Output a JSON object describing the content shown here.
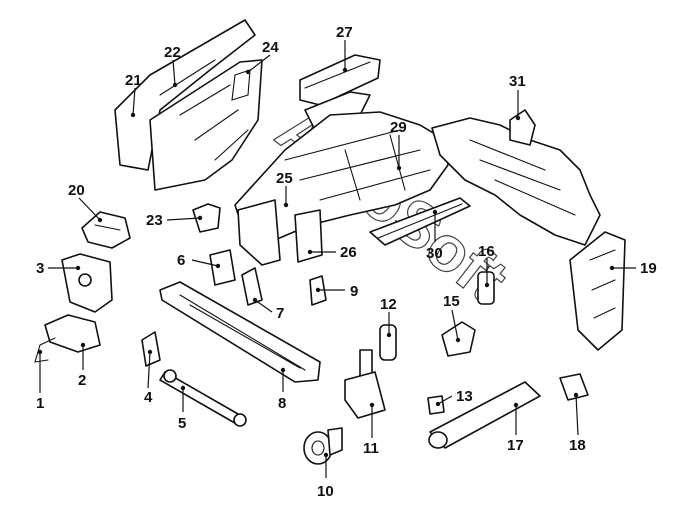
{
  "watermark": "AutoSoft",
  "callouts": {
    "c1": "1",
    "c2": "2",
    "c3": "3",
    "c4": "4",
    "c5": "5",
    "c6": "6",
    "c7": "7",
    "c8": "8",
    "c9": "9",
    "c10": "10",
    "c11": "11",
    "c12": "12",
    "c13": "13",
    "c15": "15",
    "c16": "16",
    "c17": "17",
    "c18": "18",
    "c19": "19",
    "c20": "20",
    "c21": "21",
    "c22": "22",
    "c23": "23",
    "c24": "24",
    "c25": "25",
    "c26": "26",
    "c27": "27",
    "c29": "29",
    "c30": "30",
    "c31": "31"
  }
}
